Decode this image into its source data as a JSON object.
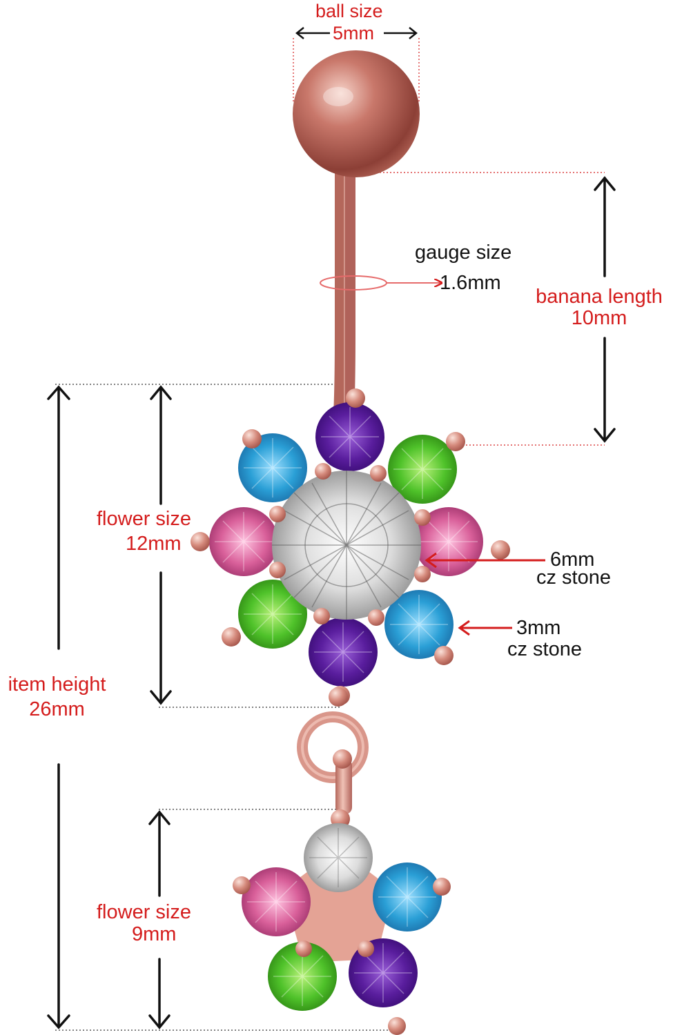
{
  "colors": {
    "annotation_red": "#d41c1c",
    "annotation_black": "#111111",
    "rose_gold": "#d9968a",
    "stone_purple": "#5a1e9e",
    "stone_blue": "#2a9fd6",
    "stone_green": "#4fc22a",
    "stone_pink": "#d9609a",
    "stone_clear": "#dcdcdc"
  },
  "labels": {
    "ball_size": "ball size",
    "ball_size_value": "5mm",
    "gauge_size": "gauge size",
    "gauge_size_value": "1.6mm",
    "banana_length": "banana length",
    "banana_length_value": "10mm",
    "flower_size_top": "flower size",
    "flower_size_top_value": "12mm",
    "center_stone": "6mm",
    "center_stone_type": "cz stone",
    "petal_stone": "3mm",
    "petal_stone_type": "cz stone",
    "item_height": "item height",
    "item_height_value": "26mm",
    "flower_size_bottom": "flower size",
    "flower_size_bottom_value": "9mm"
  }
}
